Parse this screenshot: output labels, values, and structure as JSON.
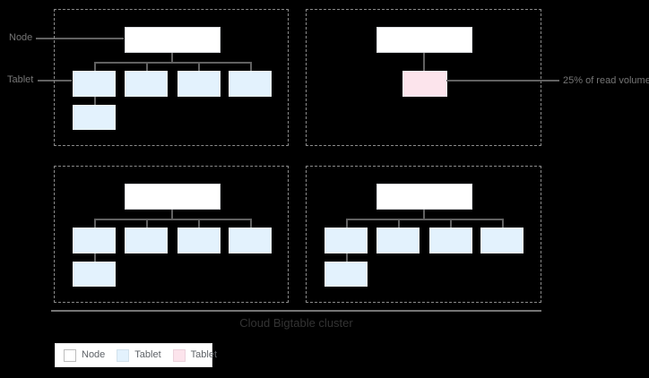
{
  "labels": {
    "node_pointer": "Node",
    "tablet_pointer": "Tablet",
    "read_volume": "25% of read volume",
    "cluster_title": "Cloud Bigtable cluster"
  },
  "legend": {
    "items": [
      {
        "label": "Node",
        "swatch": "node"
      },
      {
        "label": "Tablet",
        "swatch": "tablet-blue"
      },
      {
        "label": "Tablet",
        "swatch": "tablet-pink"
      }
    ]
  },
  "colors": {
    "background": "#000000",
    "node_fill": "#ffffff",
    "node_border": "#dadce0",
    "tablet_blue_fill": "#e3f2fd",
    "tablet_pink_fill": "#fce4ec",
    "connector_line": "#616161",
    "dashed_border": "#8a8a8a",
    "pointer_label_text": "#757575",
    "cluster_title_text": "#333333"
  },
  "diagram": {
    "groups": [
      {
        "name": "node-group-1",
        "variant": "full",
        "node_count": 1,
        "tablet_count": 5,
        "hot_tablet": false
      },
      {
        "name": "node-group-2",
        "variant": "hotspot",
        "node_count": 1,
        "tablet_count": 1,
        "hot_tablet": true
      },
      {
        "name": "node-group-3",
        "variant": "full",
        "node_count": 1,
        "tablet_count": 5,
        "hot_tablet": false
      },
      {
        "name": "node-group-4",
        "variant": "full",
        "node_count": 1,
        "tablet_count": 5,
        "hot_tablet": false
      }
    ],
    "hot_tablet_note": "25% of read volume points to the single pink tablet in node-group-2"
  }
}
